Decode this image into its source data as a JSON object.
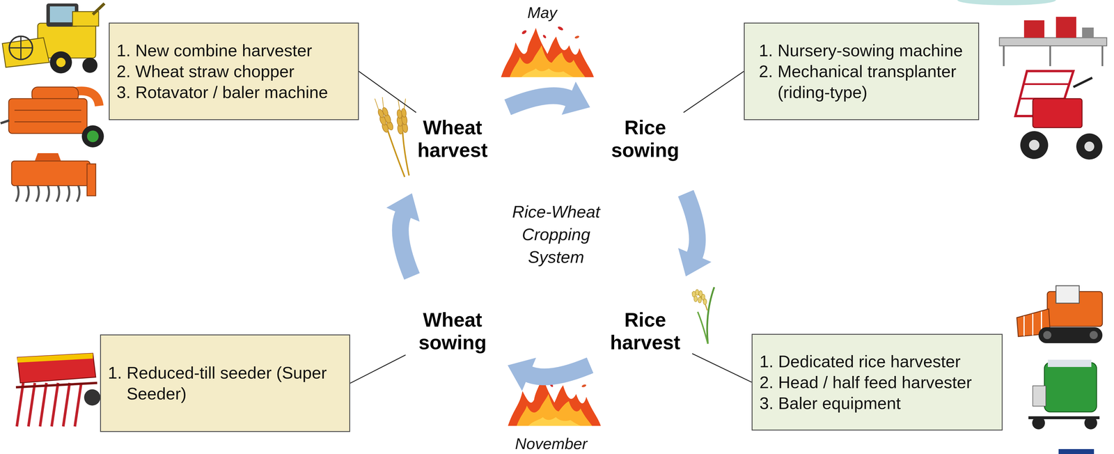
{
  "diagram": {
    "nodes": [
      {
        "text": [
          "1. New combine harvester",
          "2. Wheat straw chopper",
          "3. Rotavator / baler machine"
        ]
      },
      {
        "text": [
          "Wheat harvest"
        ]
      },
      {
        "text": [
          "Rice sowing"
        ]
      },
      {
        "text": [
          "1. Nursery-sowing machine",
          "2. Mechanical transplanter (riding-type)"
        ]
      },
      {
        "text": [
          "Wheat sowing"
        ]
      },
      {
        "text": [
          "Rice harvest"
        ]
      },
      {
        "text": [
          "1. Reduced-till seeder (Super Seeder)"
        ]
      },
      {
        "text": [
          "1. Dedicated rice harvester",
          "2. Head / half feed harvester",
          "3. Baler equipment"
        ]
      }
    ],
    "edges": [
      {
        "from": 0,
        "to": 1,
        "arrow": "none"
      },
      {
        "from": 1,
        "to": 2,
        "arrow": "to"
      },
      {
        "from": 3,
        "to": 2,
        "arrow": "none"
      },
      {
        "from": 2,
        "to": 5,
        "arrow": "to"
      },
      {
        "from": 5,
        "to": 4,
        "arrow": "to"
      },
      {
        "from": 4,
        "to": 1,
        "arrow": "to"
      },
      {
        "from": 6,
        "to": 4,
        "arrow": "none"
      },
      {
        "from": 7,
        "to": 5,
        "arrow": "none"
      }
    ],
    "labels": [
      "May",
      "Rice-Wheat Cropping System",
      "November"
    ]
  }
}
